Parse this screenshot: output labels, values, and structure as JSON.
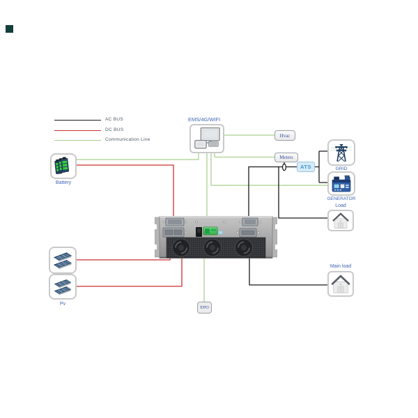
{
  "legend": {
    "items": [
      {
        "id": "ac",
        "label": "AC BUS"
      },
      {
        "id": "dc",
        "label": "DC BUS"
      },
      {
        "id": "comm",
        "label": "Communication Line"
      }
    ]
  },
  "nodes": {
    "battery": {
      "label": "Battery"
    },
    "ems": {
      "label": "EMS/4G/WIFI"
    },
    "hvac": {
      "label": "Hvac"
    },
    "meters": {
      "label": "Meters"
    },
    "ats": {
      "label": "ATS"
    },
    "grid": {
      "label": "GRID"
    },
    "generator": {
      "label": "GENERATOR"
    },
    "load": {
      "label": "Load"
    },
    "main_load": {
      "label": "Main load"
    },
    "pv": {
      "label": "Pv"
    },
    "epo": {
      "label": "EPO"
    }
  },
  "connections": [
    {
      "from": "battery",
      "to": "inverter_cabinet",
      "bus": "dc"
    },
    {
      "from": "battery",
      "to": "ems",
      "bus": "communication"
    },
    {
      "from": "pv_panel_1",
      "to": "inverter_cabinet",
      "bus": "dc"
    },
    {
      "from": "pv_panel_2",
      "to": "inverter_cabinet",
      "bus": "dc"
    },
    {
      "from": "ems",
      "to": "hvac",
      "bus": "communication"
    },
    {
      "from": "ems",
      "to": "meters",
      "bus": "communication"
    },
    {
      "from": "ems",
      "to": "inverter_cabinet",
      "bus": "communication"
    },
    {
      "from": "ems",
      "to": "generator",
      "bus": "communication"
    },
    {
      "from": "inverter_cabinet",
      "to": "epo",
      "bus": "communication"
    },
    {
      "from": "inverter_cabinet",
      "to": "ats",
      "bus": "ac"
    },
    {
      "from": "meters",
      "to": "ac_bus",
      "bus": "ac"
    },
    {
      "from": "ats",
      "to": "grid",
      "bus": "ac"
    },
    {
      "from": "ats",
      "to": "generator",
      "bus": "ac"
    },
    {
      "from": "ac_bus",
      "to": "load",
      "bus": "ac"
    },
    {
      "from": "inverter_cabinet",
      "to": "main_load",
      "bus": "ac"
    }
  ],
  "colors": {
    "ac_bus": "#1a1a1a",
    "dc_bus": "#cc2e2e",
    "communication": "#a9d18e",
    "label_blue": "#3e64b5",
    "ats_text": "#3f96d2",
    "ats_fill": "#d6eaf8",
    "display_green": "#3dbb5a",
    "icon_navy": "#1c3b5e",
    "generator_blue": "#3060ab"
  }
}
